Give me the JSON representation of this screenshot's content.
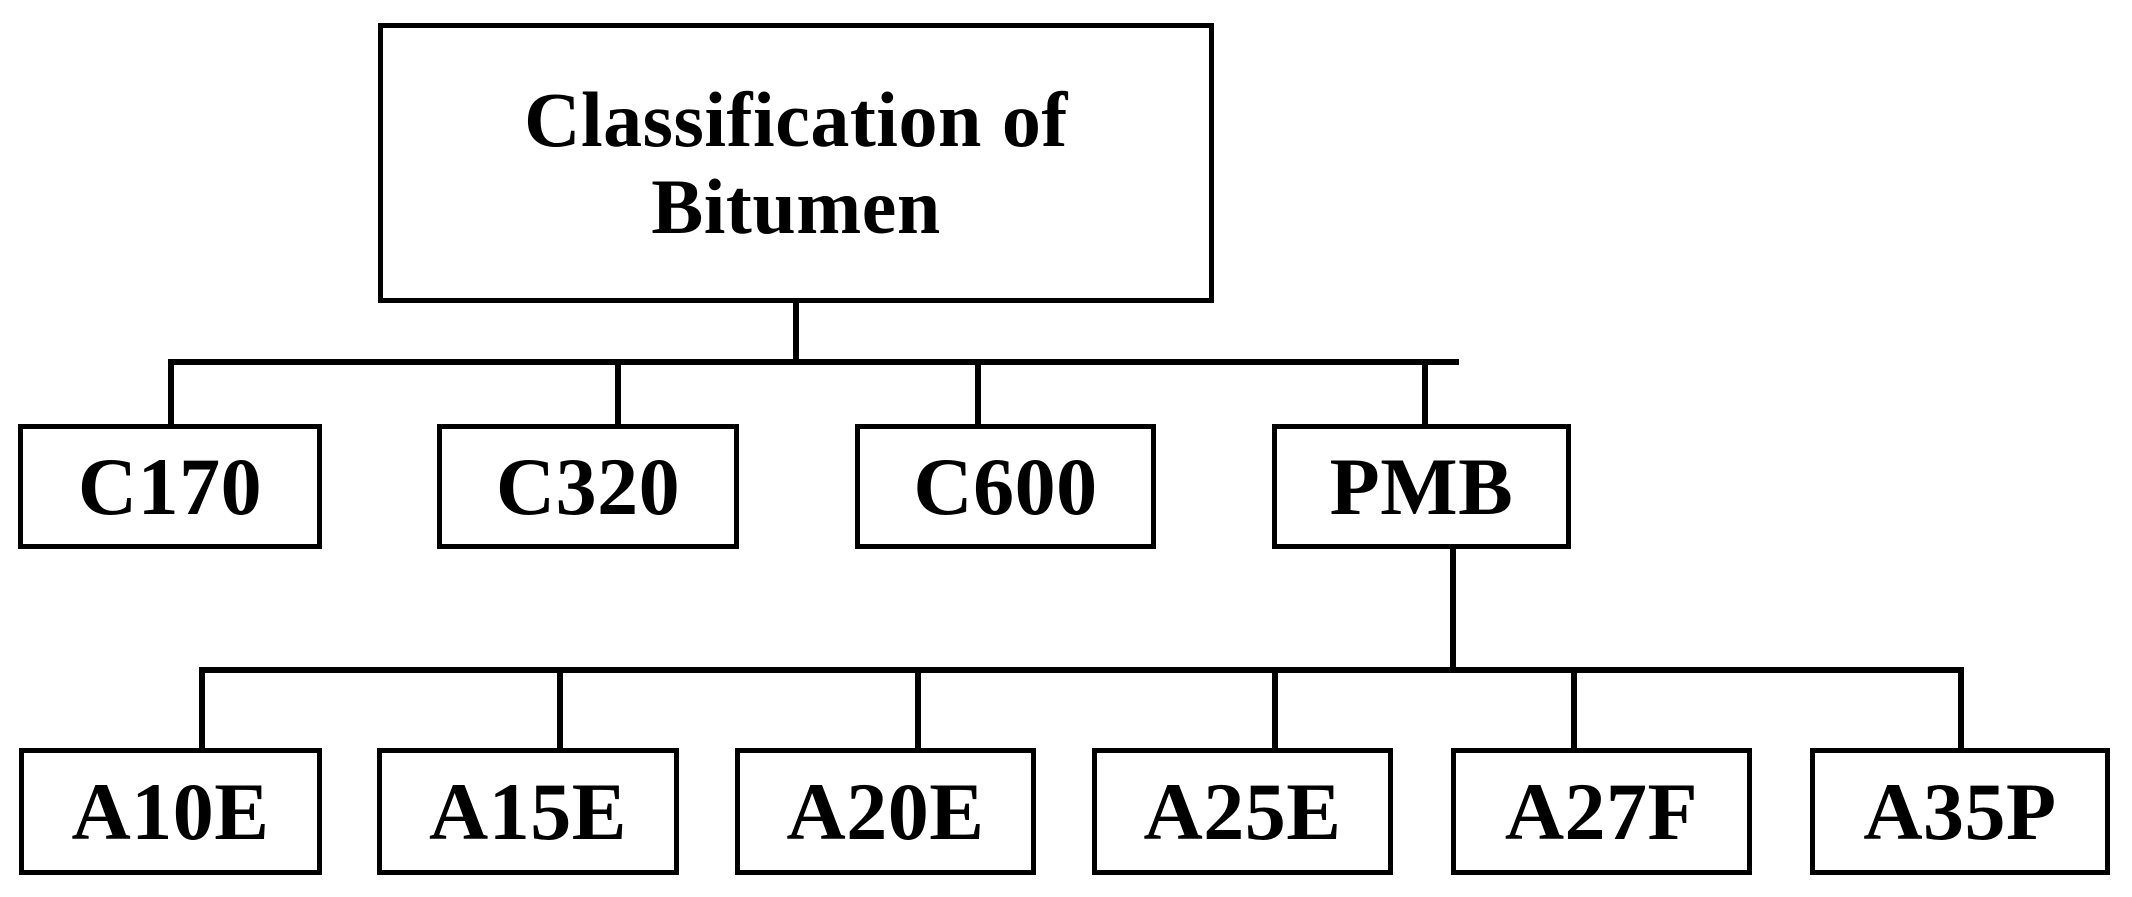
{
  "diagram": {
    "title": "Classification of Bitumen",
    "type": "tree",
    "background_color": "#ffffff",
    "line_color": "#000000",
    "text_color": "#000000",
    "root": {
      "id": "root",
      "label": "Classification of\nBitumen"
    },
    "level1": [
      {
        "id": "c170",
        "label": "C170"
      },
      {
        "id": "c320",
        "label": "C320"
      },
      {
        "id": "c600",
        "label": "C600"
      },
      {
        "id": "pmb",
        "label": "PMB"
      }
    ],
    "level2_parent": "pmb",
    "level2": [
      {
        "id": "a10e",
        "label": "A10E"
      },
      {
        "id": "a15e",
        "label": "A15E"
      },
      {
        "id": "a20e",
        "label": "A20E"
      },
      {
        "id": "a25e",
        "label": "A25E"
      },
      {
        "id": "a27f",
        "label": "A27F"
      },
      {
        "id": "a35p",
        "label": "A35P"
      }
    ]
  }
}
